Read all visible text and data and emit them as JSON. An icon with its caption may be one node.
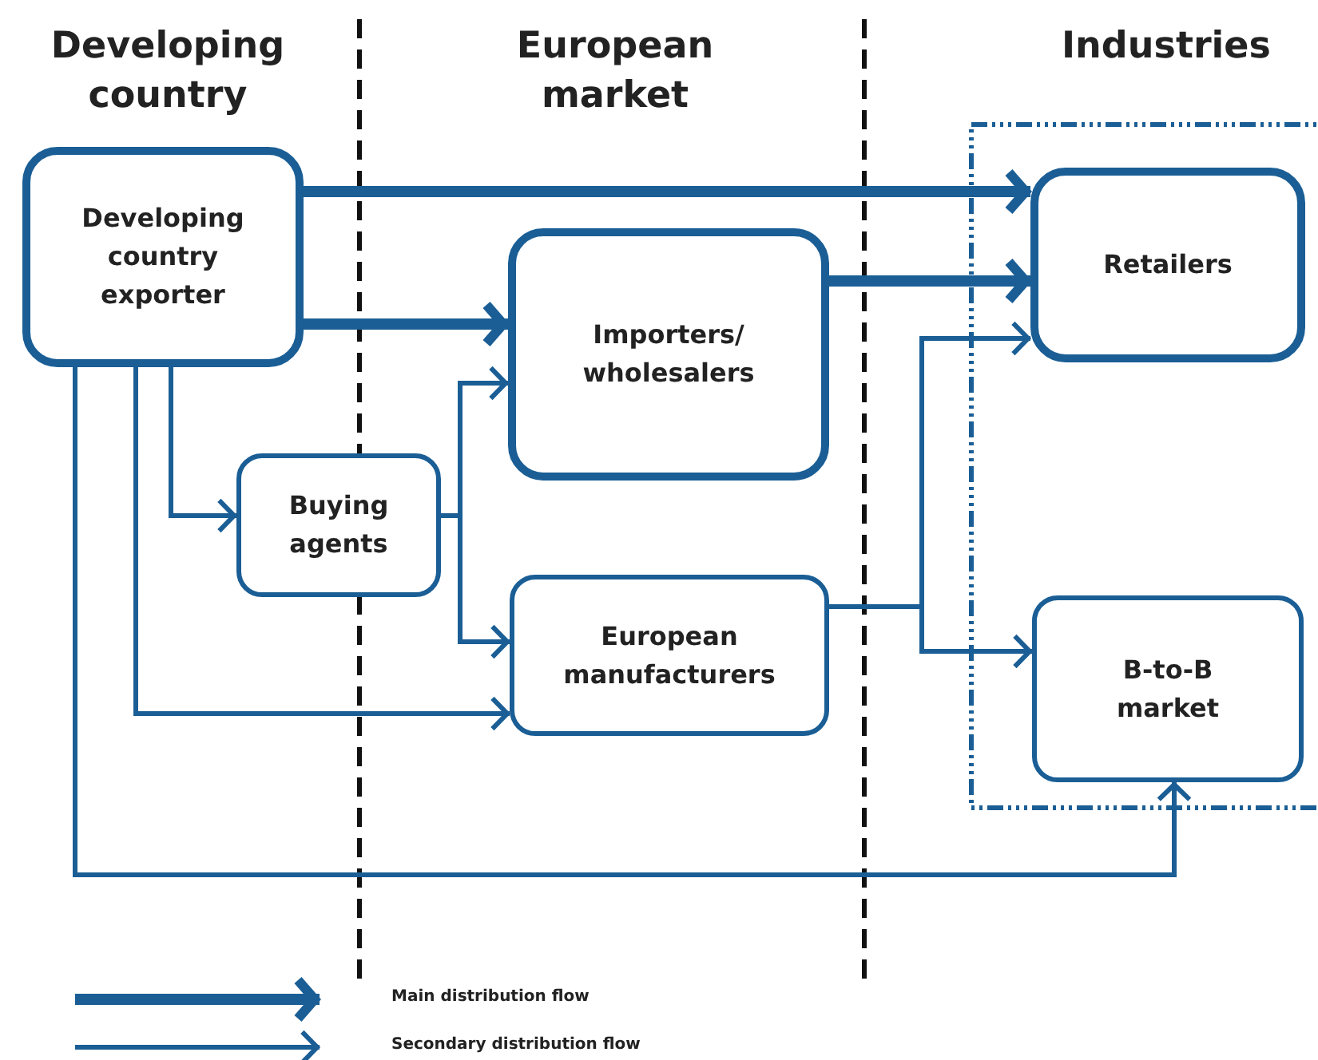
{
  "diagram": {
    "nodes": [
      {
        "text": [
          "Developing country exporter"
        ]
      },
      {
        "text": [
          "Importers/ wholesalers"
        ]
      },
      {
        "text": [
          "Retailers"
        ]
      },
      {
        "text": [
          "Buying agents"
        ]
      },
      {
        "text": [
          "European manufacturers"
        ]
      },
      {
        "text": [
          "B-to-B market"
        ]
      }
    ],
    "edges": [
      {
        "from": 0,
        "to": 2,
        "arrow": "to",
        "style": "thick"
      },
      {
        "from": 0,
        "to": 1,
        "arrow": "to",
        "style": "thick"
      },
      {
        "from": 1,
        "to": 2,
        "arrow": "to",
        "style": "thick"
      },
      {
        "from": 0,
        "to": 3,
        "arrow": "to"
      },
      {
        "from": 3,
        "to": 1,
        "arrow": "to"
      },
      {
        "from": 3,
        "to": 4,
        "arrow": "to"
      },
      {
        "from": 0,
        "to": 4,
        "arrow": "to"
      },
      {
        "from": 4,
        "to": 2,
        "arrow": "to"
      },
      {
        "from": 4,
        "to": 5,
        "arrow": "to"
      },
      {
        "from": 0,
        "to": 5,
        "arrow": "to"
      }
    ],
    "labels": [
      "Developing country",
      "European market",
      "Industries"
    ],
    "legend": [
      {
        "text": "Main distribution flow"
      },
      {
        "text": "Secondary distribution flow"
      }
    ]
  }
}
